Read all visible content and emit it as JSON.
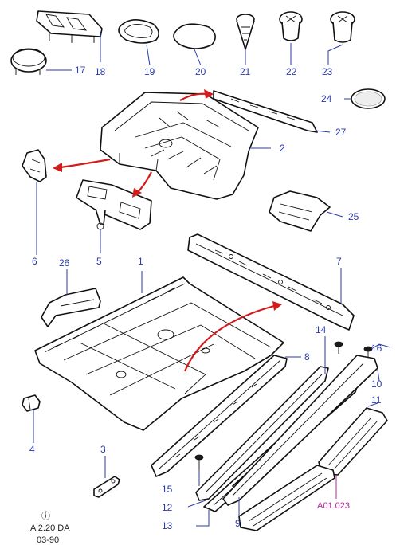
{
  "callouts": [
    "1",
    "2",
    "3",
    "4",
    "5",
    "6",
    "7",
    "8",
    "9",
    "10",
    "11",
    "12",
    "13",
    "14",
    "15",
    "16",
    "17",
    "18",
    "19",
    "20",
    "21",
    "22",
    "23",
    "24",
    "25",
    "26",
    "27"
  ],
  "reference_code": "A01.023",
  "footer": {
    "symbol": "ⓘ",
    "line1": "A 2.20 DA",
    "line2": "03-90"
  },
  "colors": {
    "callout_text": "#2b3aa8",
    "reference_text": "#b0269a",
    "arrows": "#d41a1a"
  }
}
